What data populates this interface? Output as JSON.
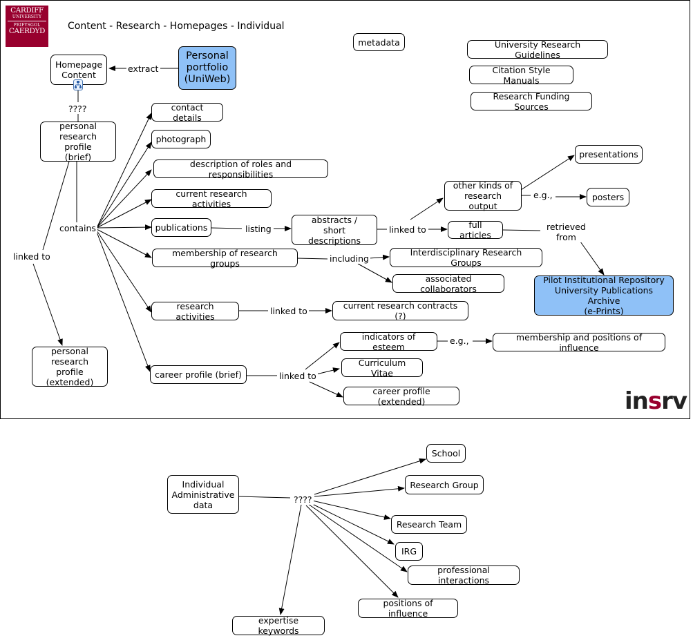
{
  "header": {
    "title": "Content - Research - Homepages - Individual",
    "logo_lines": [
      "CARDIFF",
      "UNIVERSITY",
      "PRIFYSGOL",
      "CAERDYD"
    ],
    "brand_parts": [
      "in",
      "s",
      "rv"
    ]
  },
  "colors": {
    "highlight": "#8fc1f7",
    "brand": "#98002e"
  },
  "icons": {
    "submap": "hierarchy-icon"
  },
  "nodes": {
    "homepage_content": "Homepage\nContent",
    "personal_portfolio": "Personal\nportfolio\n(UniWeb)",
    "metadata": "metadata",
    "uni_research_guidelines": "University Research Guidelines",
    "citation_style_manuals": "Citation Style Manuals",
    "research_funding_sources": "Research Funding Sources",
    "profile_brief": "personal\nresearch profile\n(brief)",
    "profile_extended": "personal\nresearch profile\n(extended)",
    "contact_details": "contact details",
    "photograph": "photograph",
    "roles": "description of roles and responsibilities",
    "current_research_activities": "current research activities",
    "publications": "publications",
    "membership": "membership of research groups",
    "research_activities": "research activities",
    "career_profile_brief": "career profile (brief)",
    "abstracts": "abstracts /\nshort descriptions",
    "other_output": "other kinds of\nresearch output",
    "presentations": "presentations",
    "posters": "posters",
    "full_articles": "full articles",
    "repository": "Pilot Institutional Repository\nUniversity Publications Archive\n(e-Prints)",
    "irg_long": "Interdisciplinary Research Groups",
    "collaborators": "associated collaborators",
    "contracts": "current research contracts (?)",
    "esteem": "indicators of esteem",
    "influence_membership": "membership and positions of influence",
    "cv": "Curriculum Vitae",
    "career_profile_extended": "career profile (extended)",
    "admin_data": "Individual\nAdministrative\ndata",
    "school": "School",
    "research_group": "Research Group",
    "research_team": "Research Team",
    "irg": "IRG",
    "professional_interactions": "professional interactions",
    "positions_influence": "positions of influence",
    "expertise_keywords": "expertise keywords"
  },
  "links": {
    "extract": "extract",
    "unknown_top": "????",
    "contains": "contains",
    "linked_to_left": "linked to",
    "listing": "listing",
    "linked_to_abstracts": "linked to",
    "eg_output": "e.g.,",
    "retrieved_from": "retrieved\nfrom",
    "including": "including",
    "linked_to_activities": "linked to",
    "eg_esteem": "e.g.,",
    "linked_to_career": "linked to",
    "unknown_admin": "????"
  }
}
